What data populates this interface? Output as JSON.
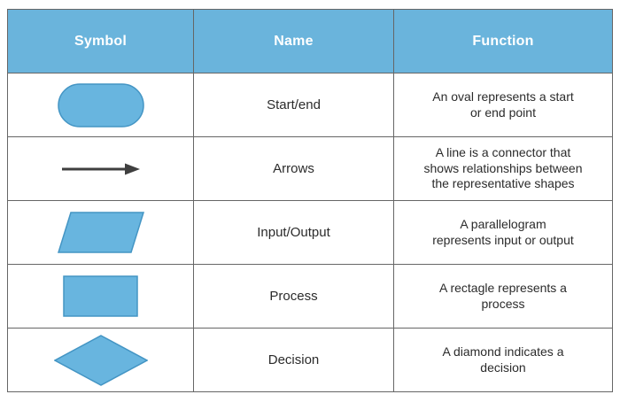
{
  "table": {
    "columns": {
      "symbol": "Symbol",
      "name": "Name",
      "function": "Function"
    },
    "rows": [
      {
        "symbol_icon": "oval-icon",
        "name": "Start/end",
        "function": "An oval represents a start\nor end point"
      },
      {
        "symbol_icon": "arrow-icon",
        "name": "Arrows",
        "function": "A line is a connector that\nshows relationships between\nthe representative shapes"
      },
      {
        "symbol_icon": "parallelogram-icon",
        "name": "Input/Output",
        "function": "A parallelogram\nrepresents input or output"
      },
      {
        "symbol_icon": "rectangle-icon",
        "name": "Process",
        "function": "A rectagle represents a\nprocess"
      },
      {
        "symbol_icon": "diamond-icon",
        "name": "Decision",
        "function": "A diamond indicates a\ndecision"
      }
    ],
    "colors": {
      "header_bg": "#6ab4dc",
      "header_text": "#ffffff",
      "shape_fill": "#68b5df",
      "shape_stroke": "#4495c4",
      "arrow_color": "#3f3f3f",
      "border": "#666666",
      "body_text": "#2b2b2b",
      "page_bg": "#ffffff"
    }
  }
}
